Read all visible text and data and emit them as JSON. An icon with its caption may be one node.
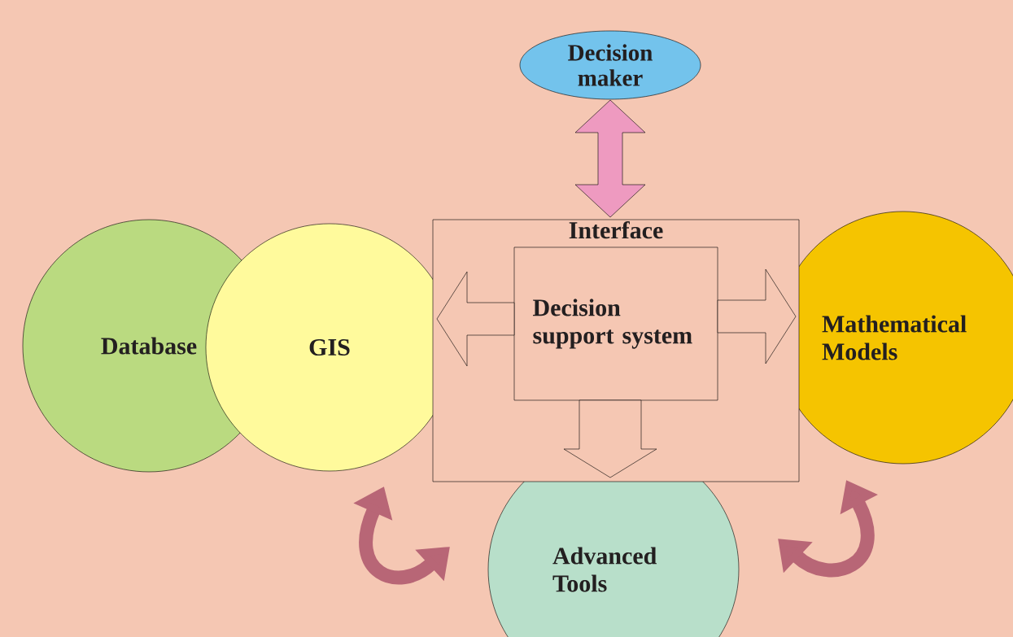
{
  "diagram": {
    "nodes": [
      {
        "text": [
          "Decision maker"
        ]
      },
      {
        "text": [
          "Database"
        ]
      },
      {
        "text": [
          "GIS"
        ]
      },
      {
        "text": [
          "Interface"
        ]
      },
      {
        "text": [
          "Decision support system"
        ],
        "in": 3
      },
      {
        "text": [
          "Mathematical Models"
        ]
      },
      {
        "text": [
          "Advanced Tools"
        ]
      }
    ],
    "edges": [
      {
        "from": 0,
        "to": 3,
        "arrow": "both",
        "color": "#ee9ac0"
      },
      {
        "from": 4,
        "to": 2,
        "arrow": "to"
      },
      {
        "from": 4,
        "to": 5,
        "arrow": "to"
      },
      {
        "from": 4,
        "to": 6,
        "arrow": "to"
      },
      {
        "from": 2,
        "to": 6,
        "arrow": "both",
        "color": "#b86676"
      },
      {
        "from": 5,
        "to": 6,
        "arrow": "both",
        "color": "#b86676"
      }
    ]
  }
}
